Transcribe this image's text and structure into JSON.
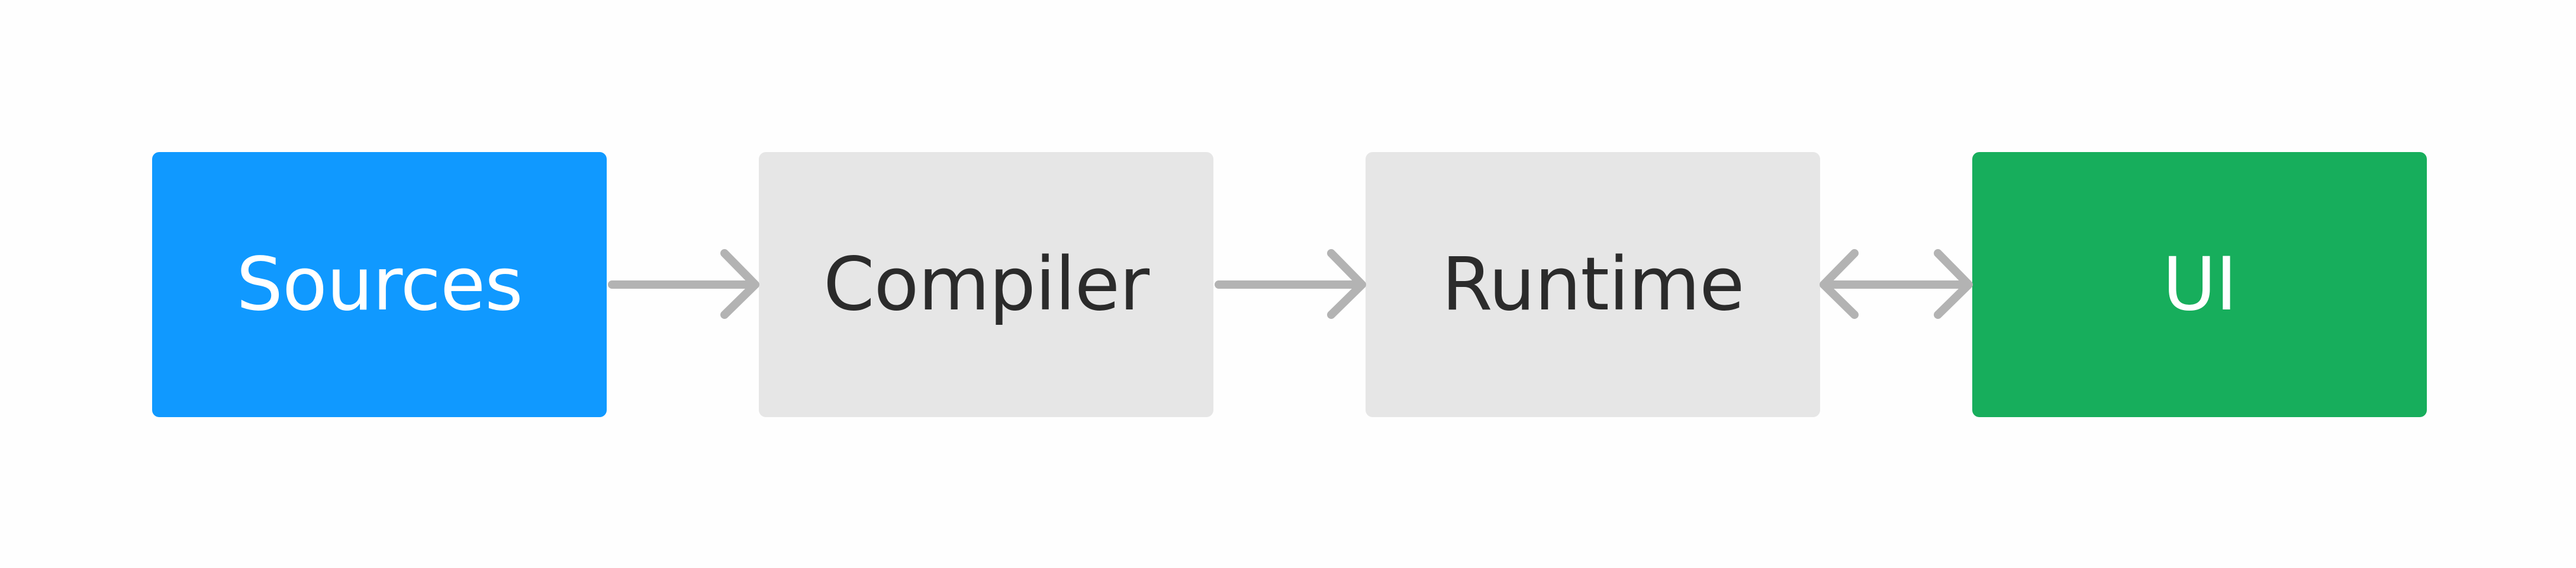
{
  "diagram": {
    "nodes": [
      {
        "id": "sources",
        "label": "Sources",
        "fill": "#1099ff",
        "text_color": "#ffffff"
      },
      {
        "id": "compiler",
        "label": "Compiler",
        "fill": "#e6e6e6",
        "text_color": "#2b2b2b"
      },
      {
        "id": "runtime",
        "label": "Runtime",
        "fill": "#e6e6e6",
        "text_color": "#2b2b2b"
      },
      {
        "id": "ui",
        "label": "UI",
        "fill": "#17ae5c",
        "text_color": "#ffffff"
      }
    ],
    "edges": [
      {
        "from": "sources",
        "to": "compiler",
        "direction": "forward"
      },
      {
        "from": "compiler",
        "to": "runtime",
        "direction": "forward"
      },
      {
        "from": "runtime",
        "to": "ui",
        "direction": "both"
      }
    ],
    "connector_color": "#b3b3b3"
  }
}
